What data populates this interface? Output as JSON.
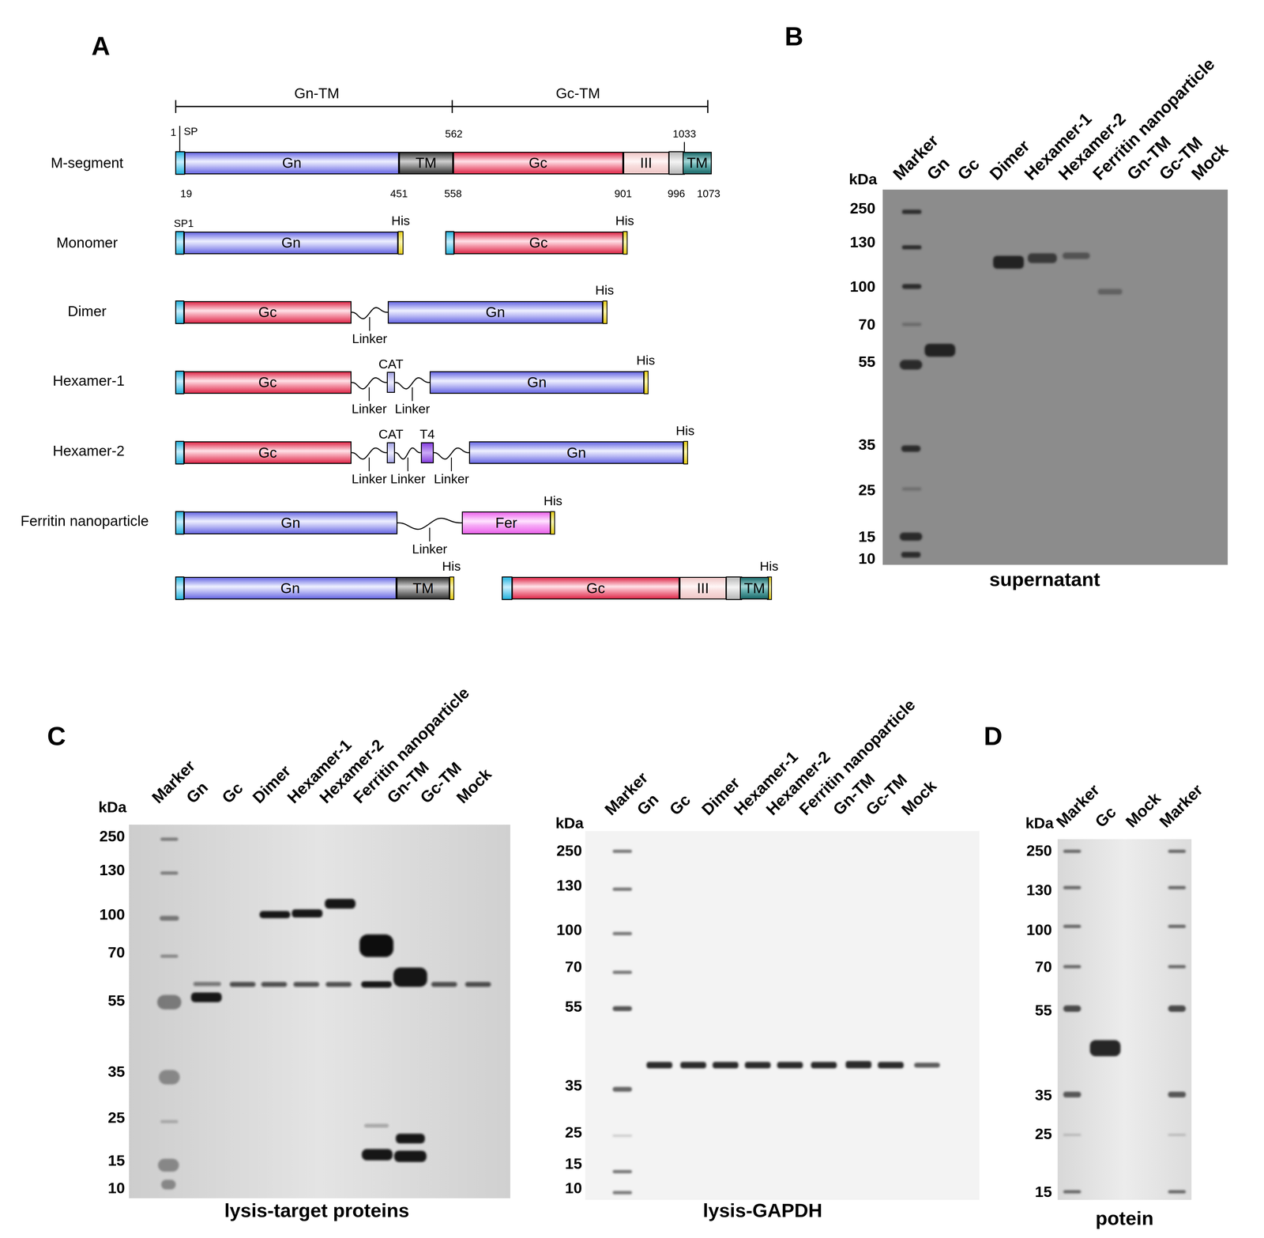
{
  "diagram": {
    "nodes": [
      {
        "text": [
          "Gn"
        ]
      },
      {
        "text": [
          "TM"
        ]
      },
      {
        "text": [
          "Gc"
        ]
      },
      {
        "text": [
          "III"
        ]
      },
      {
        "text": [
          "TM"
        ]
      },
      {
        "text": [
          "Gn"
        ]
      },
      {
        "text": [
          "Gc"
        ]
      },
      {
        "text": [
          "Gc"
        ]
      },
      {
        "text": [
          "Gn"
        ]
      },
      {
        "text": [
          "Gc"
        ]
      },
      {
        "text": [
          "CAT"
        ]
      },
      {
        "text": [
          "Gn"
        ]
      },
      {
        "text": [
          "Gc"
        ]
      },
      {
        "text": [
          "CAT"
        ]
      },
      {
        "text": [
          "T4"
        ]
      },
      {
        "text": [
          "Gn"
        ]
      },
      {
        "text": [
          "Gn"
        ]
      },
      {
        "text": [
          "Fer"
        ]
      },
      {
        "text": [
          "Gn"
        ]
      },
      {
        "text": [
          "TM"
        ]
      },
      {
        "text": [
          "Gc"
        ]
      },
      {
        "text": [
          "III"
        ]
      },
      {
        "text": [
          "TM"
        ]
      }
    ],
    "edges": [
      {
        "from": 7,
        "to": 8,
        "label": "Linker",
        "arrow": "none"
      },
      {
        "from": 9,
        "to": 10,
        "label": "Linker",
        "arrow": "none"
      },
      {
        "from": 10,
        "to": 11,
        "label": "Linker",
        "arrow": "none"
      },
      {
        "from": 12,
        "to": 13,
        "label": "Linker",
        "arrow": "none"
      },
      {
        "from": 13,
        "to": 14,
        "label": "Linker",
        "arrow": "none"
      },
      {
        "from": 14,
        "to": 15,
        "label": "Linker",
        "arrow": "none"
      },
      {
        "from": 16,
        "to": 17,
        "label": "Linker",
        "arrow": "none"
      }
    ],
    "labels": [
      "A",
      "Gn-TM",
      "Gc-TM",
      "1",
      "SP",
      "562",
      "1033",
      "M-segment",
      "19",
      "451",
      "558",
      "901",
      "996",
      "1073",
      "SP1",
      "His",
      "His",
      "Monomer",
      "His",
      "Dimer",
      "His",
      "Hexamer-1",
      "His",
      "Hexamer-2",
      "His",
      "Ferritin nanoparticle",
      "His",
      "His",
      "B",
      "Marker",
      "Gn",
      "Gc",
      "Dimer",
      "Hexamer-1",
      "Hexamer-2",
      "Ferritin nanoparticle",
      "Gn-TM",
      "Gc-TM",
      "Mock",
      "kDa",
      "250",
      "130",
      "100",
      "70",
      "55",
      "35",
      "25",
      "15",
      "10",
      "supernatant",
      "C",
      "Marker",
      "Gn",
      "Gc",
      "Dimer",
      "Hexamer-1",
      "Hexamer-2",
      "Ferritin nanoparticle",
      "Gn-TM",
      "Gc-TM",
      "Mock",
      "kDa",
      "250",
      "130",
      "100",
      "70",
      "55",
      "35",
      "25",
      "15",
      "10",
      "lysis-target proteins",
      "Marker",
      "Gn",
      "Gc",
      "Dimer",
      "Hexamer-1",
      "Hexamer-2",
      "Ferritin nanoparticle",
      "Gn-TM",
      "Gc-TM",
      "Mock",
      "kDa",
      "250",
      "130",
      "100",
      "70",
      "55",
      "35",
      "25",
      "15",
      "10",
      "lysis-GAPDH",
      "D",
      "Marker",
      "Gc",
      "Mock",
      "Marker",
      "kDa",
      "250",
      "130",
      "100",
      "70",
      "55",
      "35",
      "25",
      "15",
      "potein"
    ]
  }
}
